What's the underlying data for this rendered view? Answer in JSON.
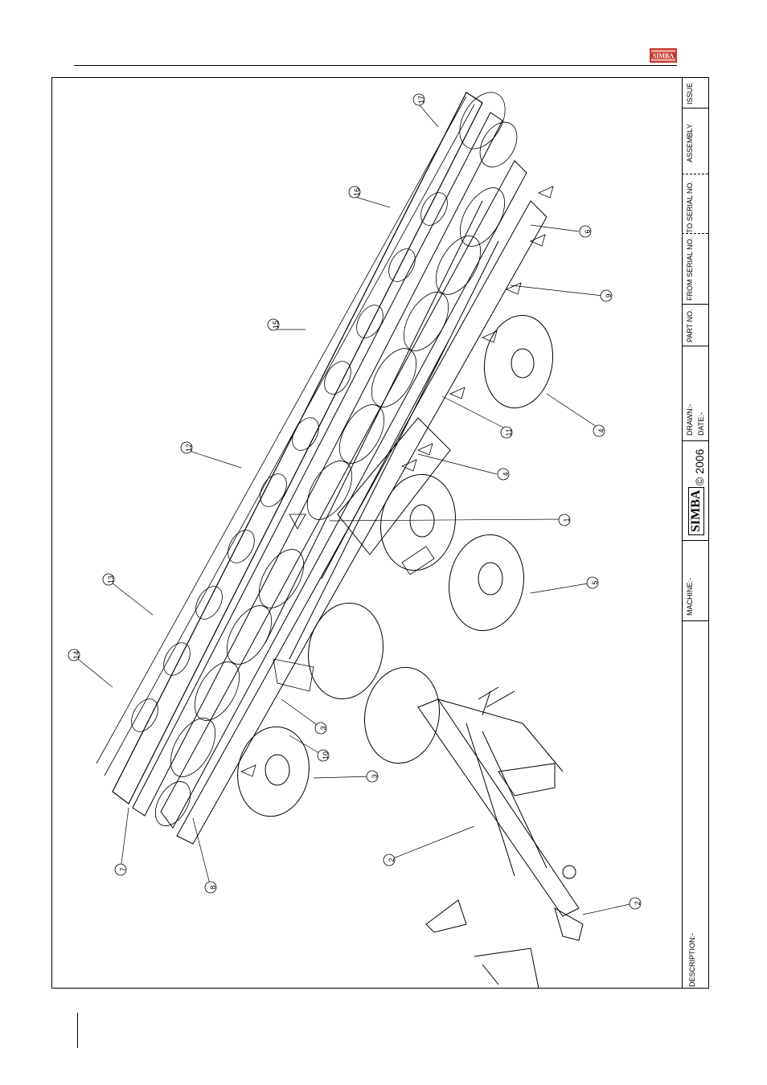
{
  "logo": {
    "text": "SIMBA",
    "color": "#c8372d"
  },
  "title_block": {
    "issue_label": "ISSUE",
    "assembly_label": "ASSEMBLY",
    "to_serial_label": "TO SERIAL NO.",
    "from_serial_label": "FROM SERIAL NO.",
    "part_no_label": "PART NO.",
    "drawn_label": "DRAWN:-",
    "date_label": "DATE:-",
    "brand": "SIMBA",
    "copyright": "© 2006",
    "machine_label": "MACHINE:-",
    "description_label": "DESCRIPTION:-"
  },
  "callouts": [
    "17",
    "16",
    "6",
    "9",
    "15",
    "4",
    "11",
    "12",
    "4",
    "1",
    "5",
    "13",
    "14",
    "3",
    "10",
    "3",
    "2",
    "7",
    "8",
    "2"
  ]
}
